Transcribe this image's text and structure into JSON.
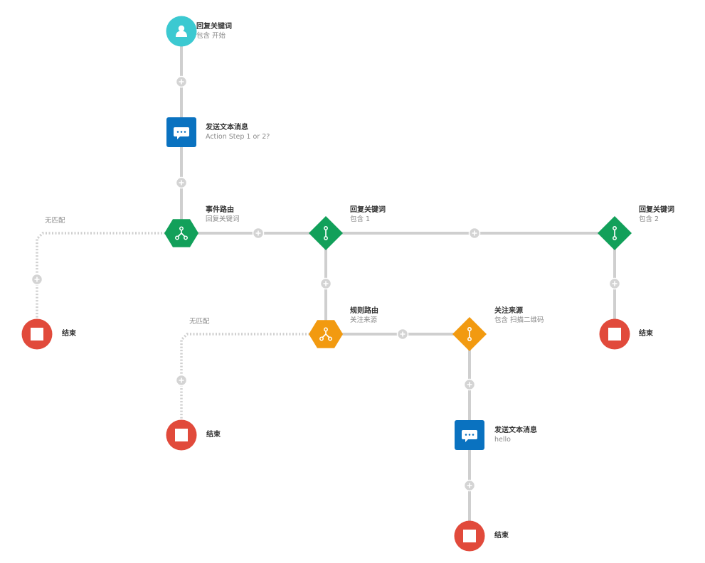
{
  "colors": {
    "line": "#cfcfcf",
    "start": "#3cc9d1",
    "message": "#0a72c0",
    "green": "#12a05a",
    "orange": "#f29a10",
    "end": "#e14a3b",
    "plus": "#d4d4d4"
  },
  "nodes": {
    "start": {
      "title": "回复关键词",
      "sub": "包含 开始",
      "icon": "user-icon"
    },
    "msg1": {
      "title": "发送文本消息",
      "sub": "Action Step 1 or 2?",
      "icon": "chat-bubble-icon"
    },
    "router1": {
      "title": "事件路由",
      "sub": "回复关键词",
      "icon": "branch-icon"
    },
    "cond1": {
      "title": "回复关键词",
      "sub": "包含 1",
      "icon": "condition-icon"
    },
    "cond2": {
      "title": "回复关键词",
      "sub": "包含 2",
      "icon": "condition-icon"
    },
    "router2": {
      "title": "规则路由",
      "sub": "关注来源",
      "icon": "branch-icon"
    },
    "cond3": {
      "title": "关注来源",
      "sub": "包含 扫描二维码",
      "icon": "condition-icon"
    },
    "msg2": {
      "title": "发送文本消息",
      "sub": "hello",
      "icon": "chat-bubble-icon"
    },
    "end1": {
      "title": "结束",
      "icon": "stop-icon"
    },
    "end2": {
      "title": "结束",
      "icon": "stop-icon"
    },
    "end3": {
      "title": "结束",
      "icon": "stop-icon"
    },
    "end4": {
      "title": "结束",
      "icon": "stop-icon"
    }
  },
  "nomatch1": "无匹配",
  "nomatch2": "无匹配"
}
